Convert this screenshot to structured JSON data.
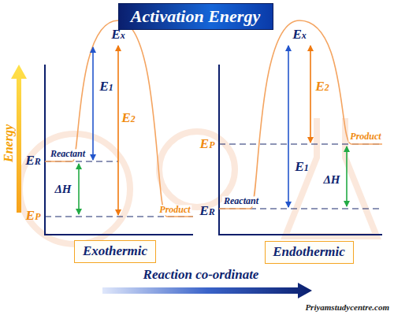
{
  "diagram": {
    "title": "Activation Energy",
    "nodes": [
      {
        "text": [
          "Exothermic"
        ]
      },
      {
        "text": [
          "Endothermic"
        ]
      }
    ],
    "labels": [
      "Energy",
      "Ex",
      "E1",
      "E2",
      "ER",
      "Reactant",
      "ΔH",
      "EP",
      "Product",
      "Ex",
      "E2",
      "E1",
      "EP",
      "Product",
      "ΔH",
      "ER",
      "Reactant",
      "Reaction co-ordinate",
      "Priyamstudycentre.com"
    ]
  }
}
